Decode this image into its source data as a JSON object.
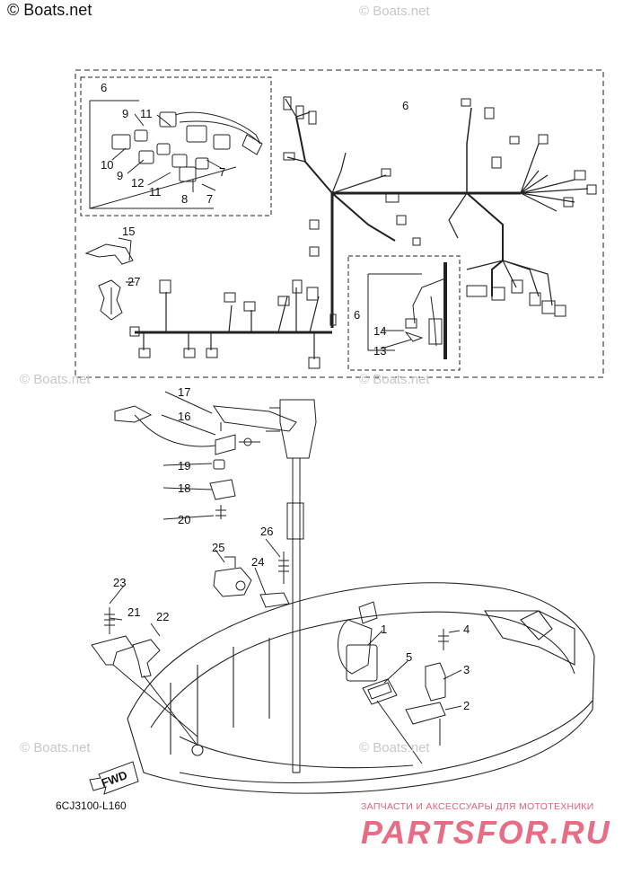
{
  "watermarks": {
    "main": "© Boats.net",
    "ghost": "© Boats.net"
  },
  "diagram": {
    "code": "6CJ3100-L160",
    "fwd_label": "FWD",
    "callouts": {
      "c1": "1",
      "c2": "2",
      "c3": "3",
      "c4": "4",
      "c5": "5",
      "c6a": "6",
      "c6b": "6",
      "c6c": "6",
      "c7a": "7",
      "c7b": "7",
      "c8": "8",
      "c9a": "9",
      "c9b": "9",
      "c10": "10",
      "c11a": "11",
      "c11b": "11",
      "c12": "12",
      "c13": "13",
      "c14": "14",
      "c15": "15",
      "c16": "16",
      "c17": "17",
      "c18": "18",
      "c19": "19",
      "c20": "20",
      "c21": "21",
      "c22": "22",
      "c23": "23",
      "c24": "24",
      "c25": "25",
      "c26": "26",
      "c27": "27"
    }
  },
  "branding": {
    "tagline": "ЗАПЧАСТИ И АКСЕССУАРЫ ДЛЯ МОТОТЕХНИКИ",
    "site": "PARTSFOR.RU"
  },
  "colors": {
    "line": "#222222",
    "watermark": "#c8c8c8",
    "brand": "#e86c84"
  }
}
